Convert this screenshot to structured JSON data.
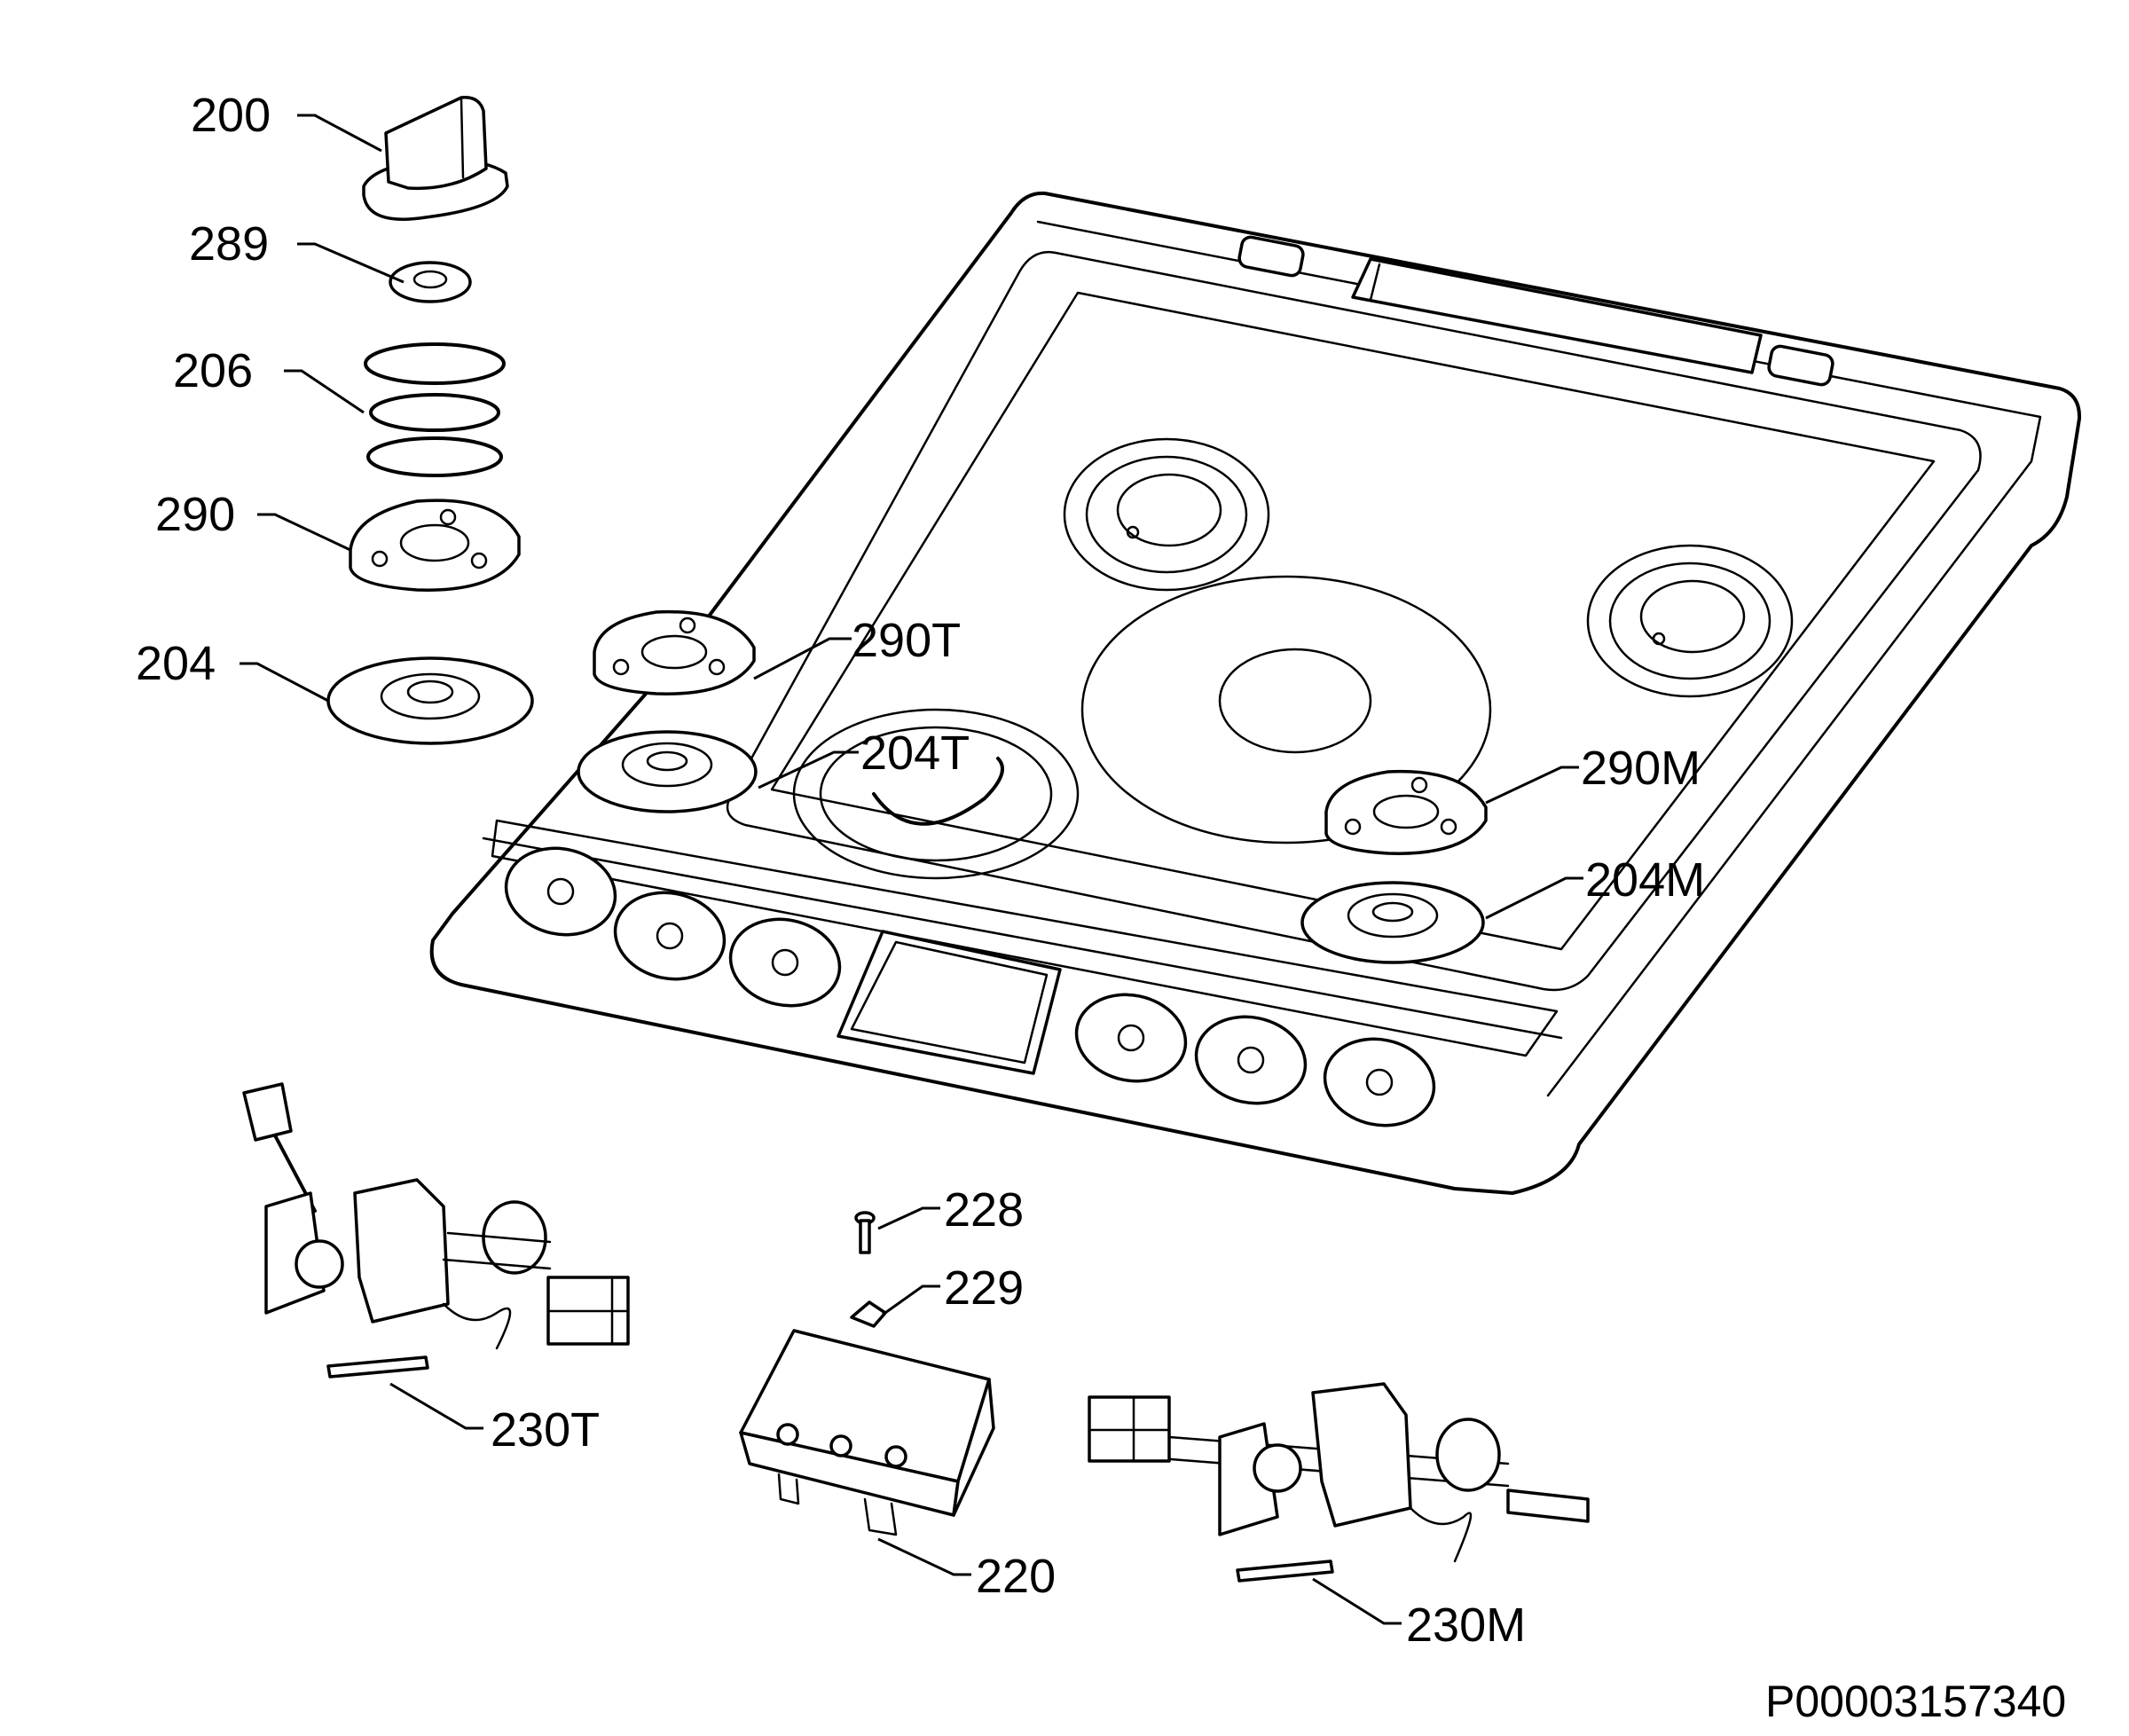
{
  "labels": {
    "l200": "200",
    "l289": "289",
    "l206": "206",
    "l290": "290",
    "l204": "204",
    "l290T": "290T",
    "l204T": "204T",
    "l290M": "290M",
    "l204M": "204M",
    "l228": "228",
    "l229": "229",
    "l230T": "230T",
    "l220": "220",
    "l230M": "230M"
  },
  "drawing_code": "P00003157340"
}
